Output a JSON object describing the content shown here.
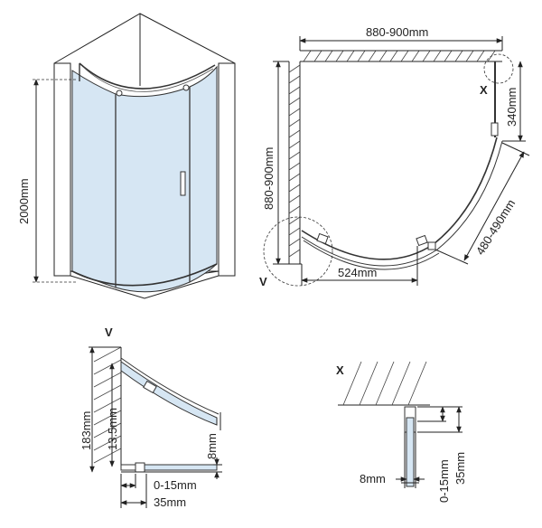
{
  "colors": {
    "glass": "#d6e6f3",
    "line": "#222222",
    "background": "#ffffff"
  },
  "dimensions": {
    "height": "2000mm",
    "width_top": "880-900mm",
    "depth_side": "880-900mm",
    "side_return": "340mm",
    "door_opening": "480-490mm",
    "bottom_width": "524mm",
    "v_183": "183mm",
    "v_13_5": "13.5mm",
    "v_8": "8mm",
    "v_0_15": "0-15mm",
    "v_35": "35mm",
    "x_8": "8mm",
    "x_0_15": "0-15mm",
    "x_35": "35mm"
  },
  "detail_markers": {
    "x": "X",
    "v": "V"
  }
}
